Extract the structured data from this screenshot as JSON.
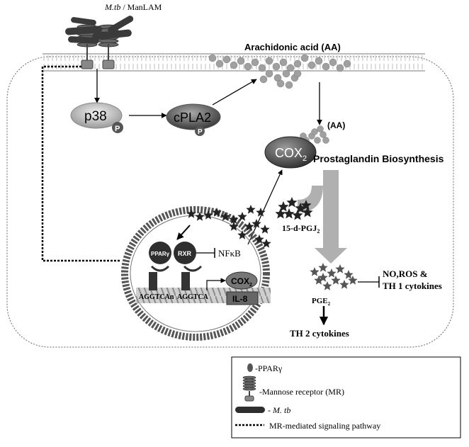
{
  "top_label": {
    "italic": "M.tb",
    "rest": " / ManLAM"
  },
  "arachidonic_acid": "Arachidonic acid (AA)",
  "aa_short": "(AA)",
  "p38": "p38",
  "cpla2": "cPLA2",
  "phospho": "P",
  "cox2_base": "COX",
  "cox2_sub": "2",
  "prostaglandin": "Prostaglandin Biosynthesis",
  "pgj2": {
    "base": "15-d-PGJ",
    "sub": "2"
  },
  "ppar": "PPARγ",
  "rxr": "RXR",
  "nfkb": "NFκB",
  "dna_left": "AGGTCAn",
  "dna_right": "AGGTCA",
  "nucleus_cox": {
    "base": "COX",
    "sub": "2"
  },
  "il8": "IL-8",
  "pge2": {
    "base": "PGE",
    "sub": "2"
  },
  "no_ros": [
    "NO,ROS &",
    "TH 1 cytokines"
  ],
  "th2": "TH 2 cytokines",
  "legend": {
    "ppar": "-PPARγ",
    "mr": "-Mannose receptor (MR)",
    "mtb_prefix": "- ",
    "mtb": "M. tb",
    "pathway": "MR-mediated signaling pathway"
  }
}
